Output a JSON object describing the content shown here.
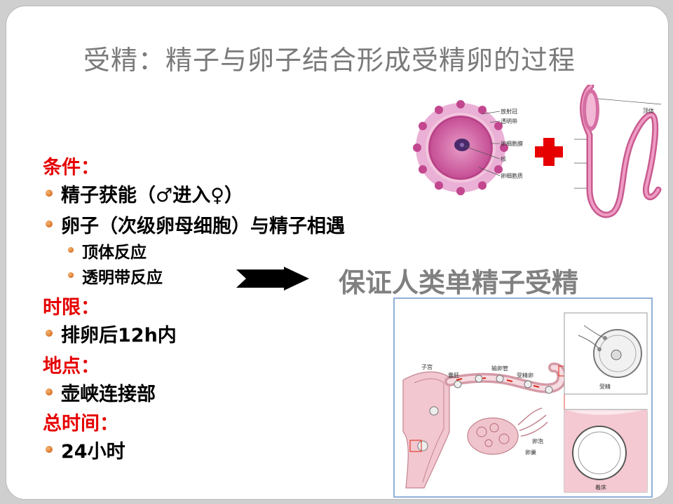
{
  "title": "受精：精子与卵子结合形成受精卵的过程",
  "sections": [
    {
      "heading": "条件：",
      "items": [
        {
          "text": "精子获能（♂进入♀）",
          "level": 1
        },
        {
          "text": "卵子（次级卵母细胞）与精子相遇",
          "level": 1
        },
        {
          "text": "顶体反应",
          "level": 2
        },
        {
          "text": "透明带反应",
          "level": 2
        }
      ]
    },
    {
      "heading": "时限：",
      "items": [
        {
          "text": "排卵后12h内",
          "level": 1
        }
      ]
    },
    {
      "heading": "地点：",
      "items": [
        {
          "text": "壶峡连接部",
          "level": 1
        }
      ]
    },
    {
      "heading": "总时间：",
      "items": [
        {
          "text": "24小时",
          "level": 1
        }
      ]
    }
  ],
  "conclusion": "保证人类单精子受精",
  "egg_labels": [
    "放射冠",
    "透明带",
    "卵细胞膜",
    "核",
    "卵细胞质"
  ],
  "sperm_label": "顶体",
  "diagram_labels": {
    "uterus": "子宫",
    "blastocyst": "囊胚",
    "oviduct": "输卵管",
    "zygote": "受精卵",
    "follicle": "卵泡",
    "ovary": "卵巢",
    "fertilization": "受精",
    "implantation": "着床"
  },
  "colors": {
    "heading": "#e60000",
    "title": "#7a7a7a",
    "conclusion": "#808080",
    "bullet": "#e07a2a",
    "plus": "#e60000"
  }
}
